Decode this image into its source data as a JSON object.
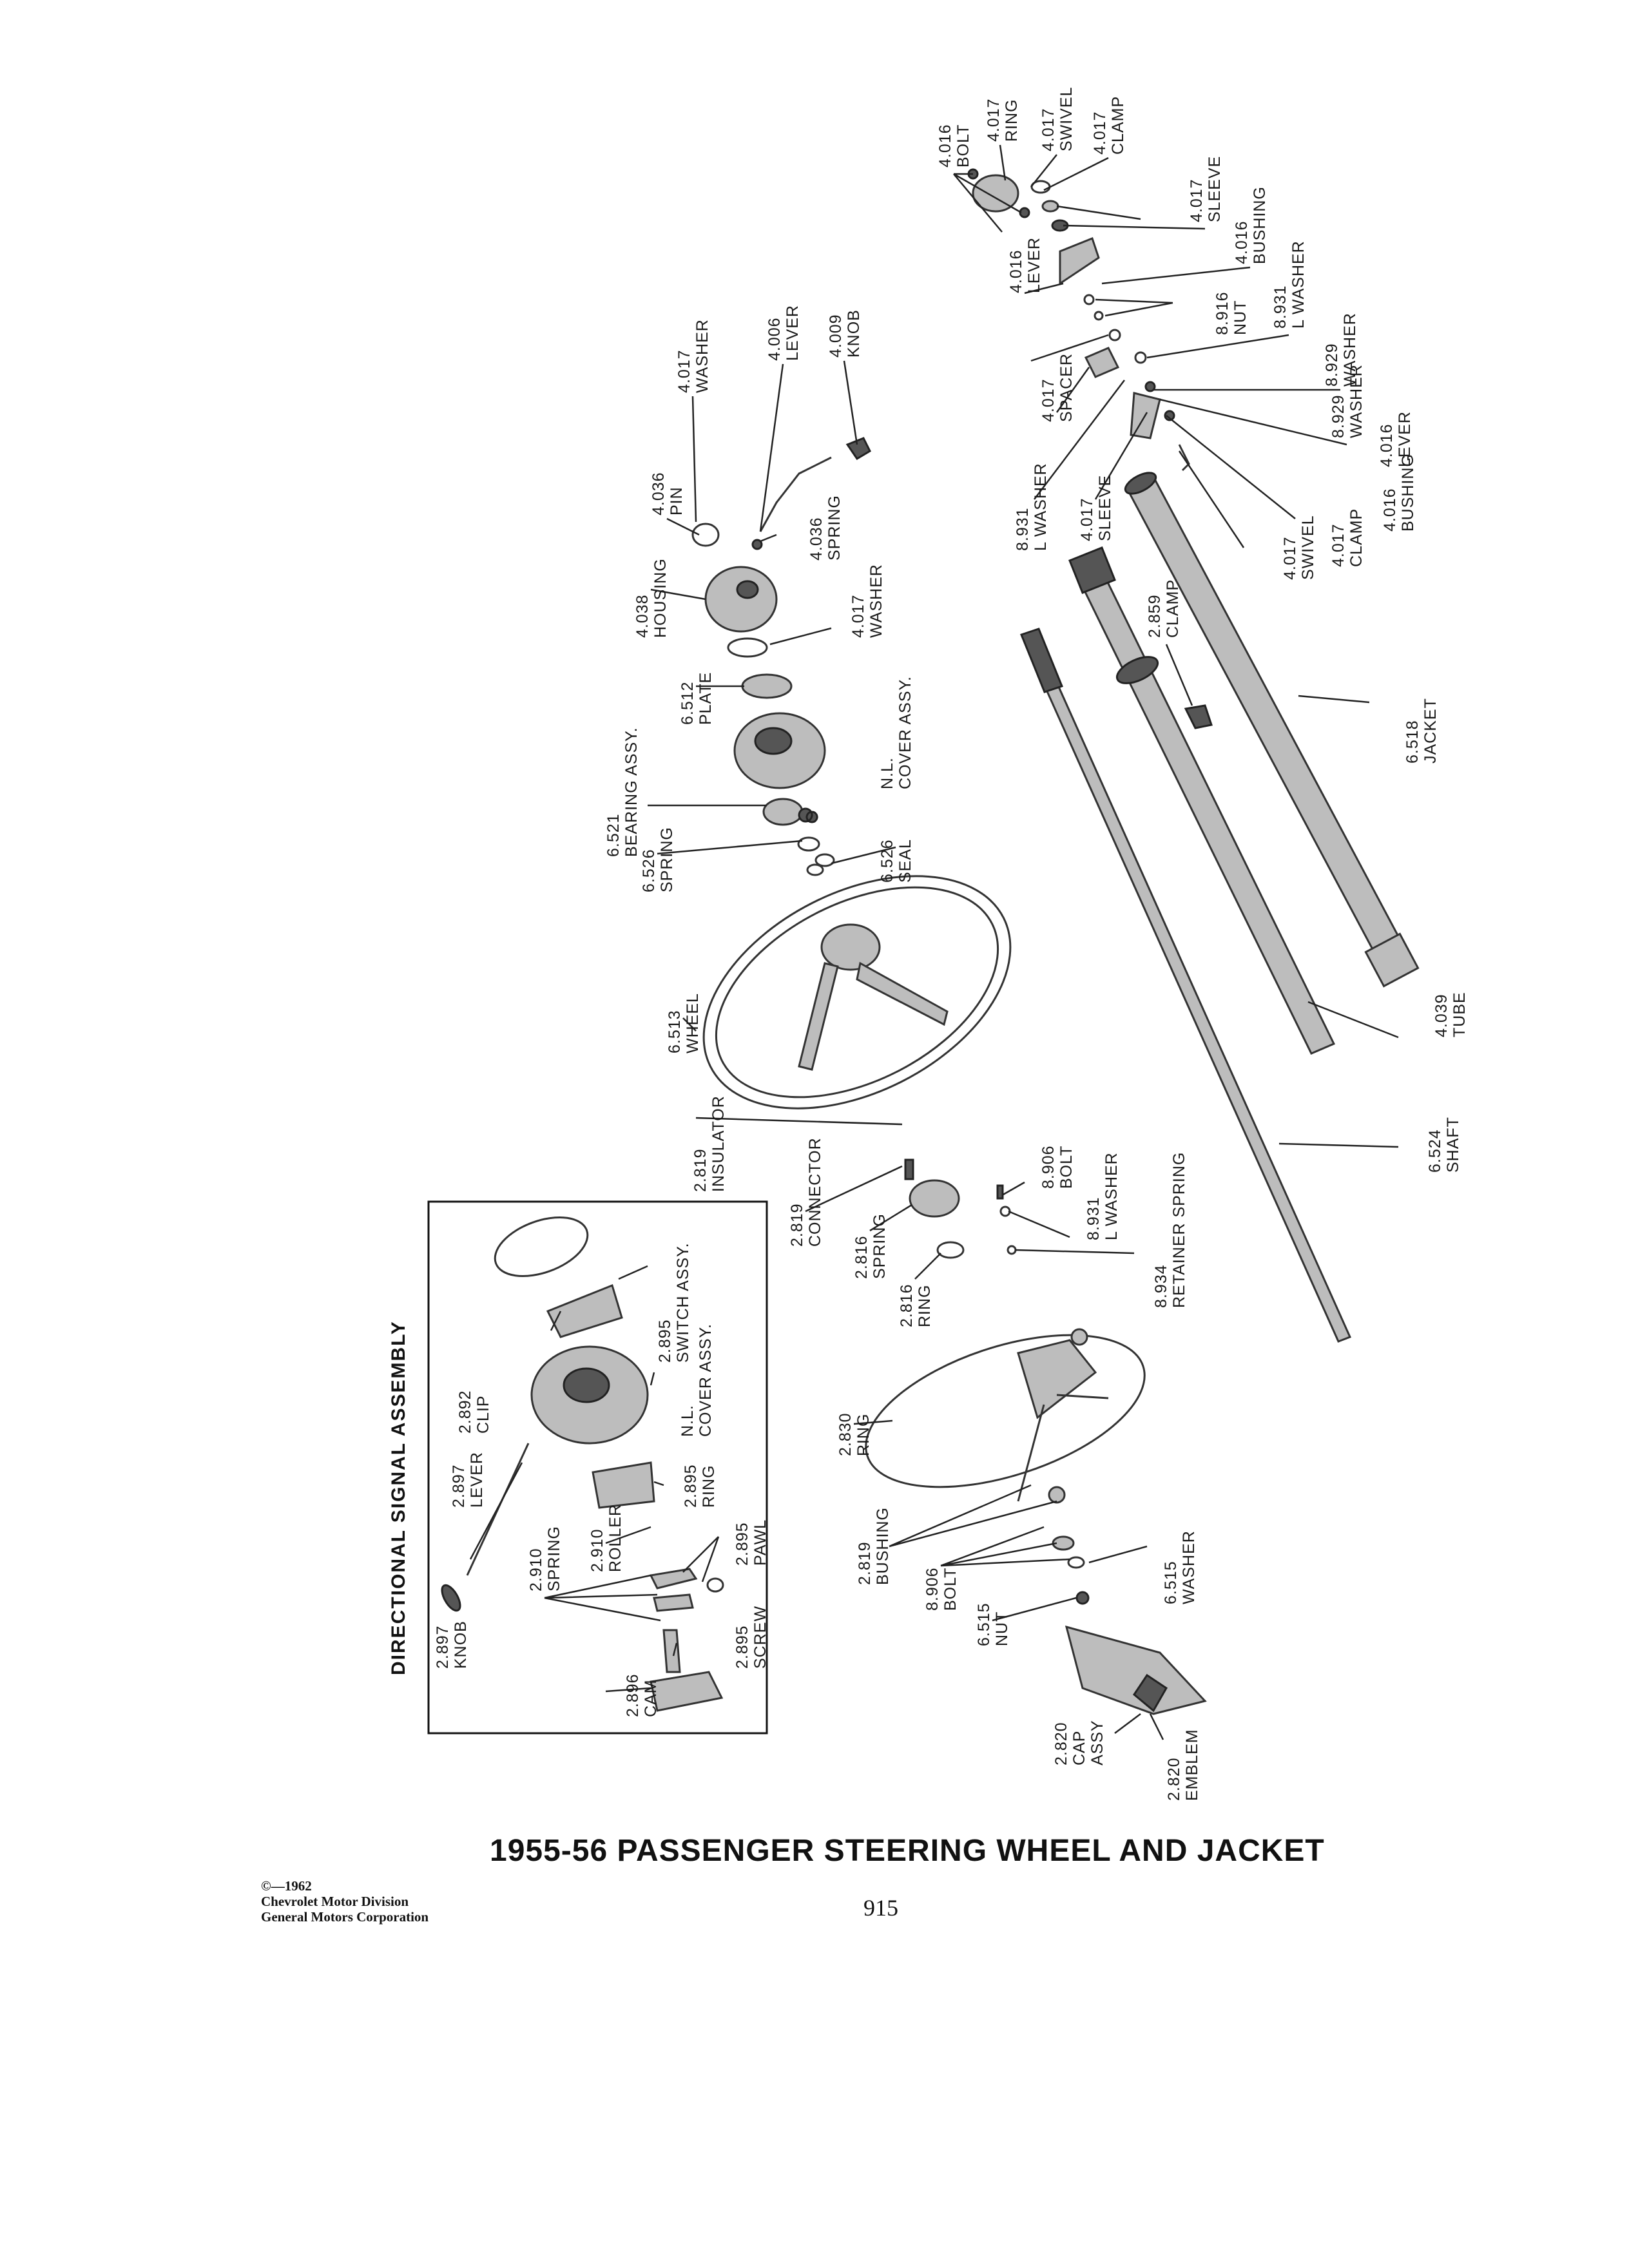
{
  "page": {
    "title": "1955-56 PASSENGER STEERING WHEEL AND JACKET",
    "copyright": [
      "©—1962",
      "Chevrolet Motor Division",
      "General Motors Corporation"
    ],
    "page_number": "915"
  },
  "inset": {
    "title": "DIRECTIONAL SIGNAL ASSEMBLY"
  },
  "callouts": [
    {
      "id": "c1",
      "lines": [
        "4.017",
        "RING"
      ]
    },
    {
      "id": "c2",
      "lines": [
        "4.017",
        "SWIVEL"
      ]
    },
    {
      "id": "c3",
      "lines": [
        "4.017",
        "CLAMP"
      ]
    },
    {
      "id": "c4",
      "lines": [
        "4.017",
        "SLEEVE"
      ]
    },
    {
      "id": "c5",
      "lines": [
        "4.016",
        "BUSHING"
      ]
    },
    {
      "id": "c6",
      "lines": [
        "4.016",
        "BOLT"
      ]
    },
    {
      "id": "c7",
      "lines": [
        "8.931",
        "L WASHER"
      ]
    },
    {
      "id": "c8",
      "lines": [
        "4.016",
        "LEVER"
      ]
    },
    {
      "id": "c9",
      "lines": [
        "8.916",
        "NUT"
      ]
    },
    {
      "id": "c10",
      "lines": [
        "8.929",
        "WASHER"
      ]
    },
    {
      "id": "c11",
      "lines": [
        "8.929",
        "WASHER"
      ]
    },
    {
      "id": "c12",
      "lines": [
        "4.017",
        "SPACER"
      ]
    },
    {
      "id": "c13",
      "lines": [
        "4.016",
        "LEVER"
      ]
    },
    {
      "id": "c14",
      "lines": [
        "4.016",
        "BUSHING"
      ]
    },
    {
      "id": "c15",
      "lines": [
        "4.017",
        "CLAMP"
      ]
    },
    {
      "id": "c16",
      "lines": [
        "4.017",
        "SWIVEL"
      ]
    },
    {
      "id": "c17",
      "lines": [
        "8.931",
        "L WASHER"
      ]
    },
    {
      "id": "c18",
      "lines": [
        "4.017",
        "SLEEVE"
      ]
    },
    {
      "id": "c19",
      "lines": [
        "4.006",
        "LEVER"
      ]
    },
    {
      "id": "c20",
      "lines": [
        "4.009",
        "KNOB"
      ]
    },
    {
      "id": "c21",
      "lines": [
        "4.017",
        "WASHER"
      ]
    },
    {
      "id": "c22",
      "lines": [
        "4.036",
        "PIN"
      ]
    },
    {
      "id": "c23",
      "lines": [
        "4.036",
        "SPRING"
      ]
    },
    {
      "id": "c24",
      "lines": [
        "4.038",
        "HOUSING"
      ]
    },
    {
      "id": "c25",
      "lines": [
        "4.017",
        "WASHER"
      ]
    },
    {
      "id": "c26",
      "lines": [
        "6.512",
        "PLATE"
      ]
    },
    {
      "id": "c27",
      "lines": [
        "N.L.",
        "COVER ASSY."
      ]
    },
    {
      "id": "c28",
      "lines": [
        "6.521",
        "BEARING ASSY."
      ]
    },
    {
      "id": "c29",
      "lines": [
        "6.526",
        "SPRING"
      ]
    },
    {
      "id": "c30",
      "lines": [
        "6.526",
        "SEAL"
      ]
    },
    {
      "id": "c31",
      "lines": [
        "2.859",
        "CLAMP"
      ]
    },
    {
      "id": "c32",
      "lines": [
        "6.518",
        "JACKET"
      ]
    },
    {
      "id": "c33",
      "lines": [
        "6.513",
        "WHEEL"
      ]
    },
    {
      "id": "c34",
      "lines": [
        "4.039",
        "TUBE"
      ]
    },
    {
      "id": "c35",
      "lines": [
        "2.819",
        "INSULATOR"
      ]
    },
    {
      "id": "c36",
      "lines": [
        "8.906",
        "BOLT"
      ]
    },
    {
      "id": "c37",
      "lines": [
        "6.524",
        "SHAFT"
      ]
    },
    {
      "id": "c38",
      "lines": [
        "2.819",
        "CONNECTOR"
      ]
    },
    {
      "id": "c39",
      "lines": [
        "8.931",
        "L WASHER"
      ]
    },
    {
      "id": "c40",
      "lines": [
        "2.816",
        "SPRING"
      ]
    },
    {
      "id": "c41",
      "lines": [
        "8.934",
        "RETAINER SPRING"
      ]
    },
    {
      "id": "c42",
      "lines": [
        "2.816",
        "RING"
      ]
    },
    {
      "id": "c43",
      "lines": [
        "2.830",
        "RING"
      ]
    },
    {
      "id": "c44",
      "lines": [
        "2.819",
        "BUSHING"
      ]
    },
    {
      "id": "c45",
      "lines": [
        "8.906",
        "BOLT"
      ]
    },
    {
      "id": "c46",
      "lines": [
        "6.515",
        "WASHER"
      ]
    },
    {
      "id": "c47",
      "lines": [
        "6.515",
        "NUT"
      ]
    },
    {
      "id": "c48",
      "lines": [
        "2.820",
        "CAP",
        "ASSY"
      ]
    },
    {
      "id": "c49",
      "lines": [
        "2.820",
        "EMBLEM"
      ]
    },
    {
      "id": "d1",
      "lines": [
        "2.895",
        "SWITCH ASSY."
      ]
    },
    {
      "id": "d2",
      "lines": [
        "2.892",
        "CLIP"
      ]
    },
    {
      "id": "d3",
      "lines": [
        "N.L.",
        "COVER ASSY."
      ]
    },
    {
      "id": "d4",
      "lines": [
        "2.897",
        "LEVER"
      ]
    },
    {
      "id": "d5",
      "lines": [
        "2.895",
        "RING"
      ]
    },
    {
      "id": "d6",
      "lines": [
        "2.910",
        "ROLLER"
      ]
    },
    {
      "id": "d7",
      "lines": [
        "2.895",
        "PAWL"
      ]
    },
    {
      "id": "d8",
      "lines": [
        "2.910",
        "SPRING"
      ]
    },
    {
      "id": "d9",
      "lines": [
        "2.897",
        "KNOB"
      ]
    },
    {
      "id": "d10",
      "lines": [
        "2.895",
        "SCREW"
      ]
    },
    {
      "id": "d11",
      "lines": [
        "2.896",
        "CAM"
      ]
    }
  ]
}
